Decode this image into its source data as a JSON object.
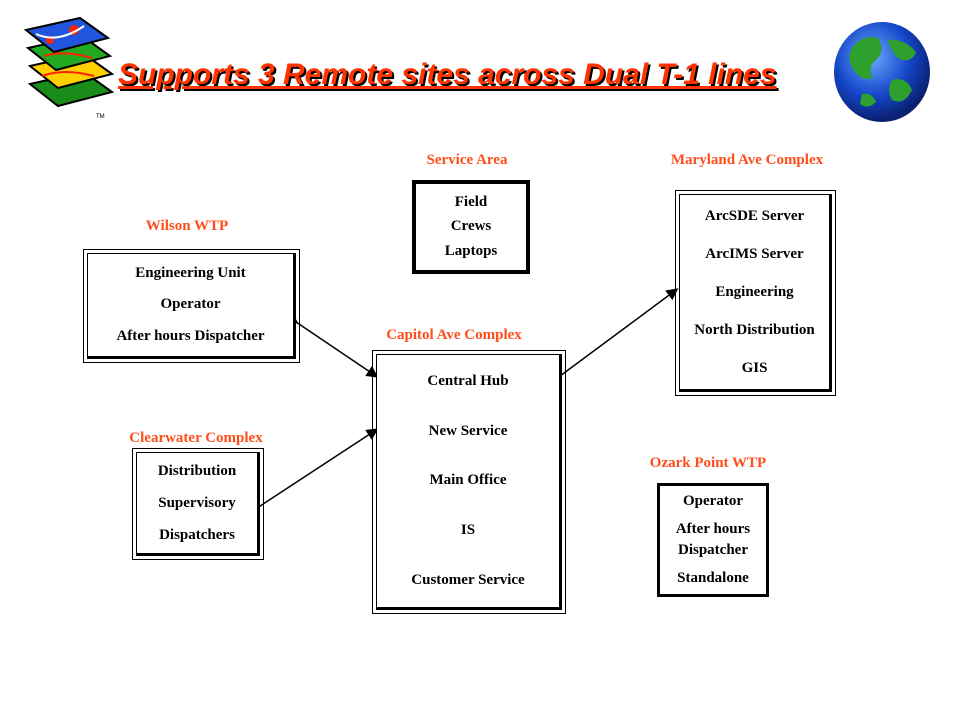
{
  "title": "Supports 3 Remote sites across Dual T-1 lines",
  "colors": {
    "title": "#ff3300",
    "site_label": "#ff4d1a",
    "box_border": "#000000"
  },
  "sites": {
    "service_area": {
      "label": "Service Area",
      "items": [
        "Field",
        "Crews",
        "Laptops"
      ]
    },
    "maryland": {
      "label": "Maryland Ave Complex",
      "items": [
        "ArcSDE Server",
        "ArcIMS Server",
        "Engineering",
        "North Distribution",
        "GIS"
      ]
    },
    "wilson": {
      "label": "Wilson WTP",
      "items": [
        "Engineering Unit",
        "Operator",
        "After hours Dispatcher"
      ]
    },
    "capitol": {
      "label": "Capitol Ave Complex",
      "items": [
        "Central Hub",
        "New Service",
        "Main Office",
        "IS",
        "Customer Service"
      ]
    },
    "clearwater": {
      "label": "Clearwater Complex",
      "items": [
        "Distribution",
        "Supervisory",
        "Dispatchers"
      ]
    },
    "ozark": {
      "label": "Ozark Point WTP",
      "items": [
        "Operator",
        "After hours Dispatcher",
        "Standalone"
      ]
    }
  }
}
